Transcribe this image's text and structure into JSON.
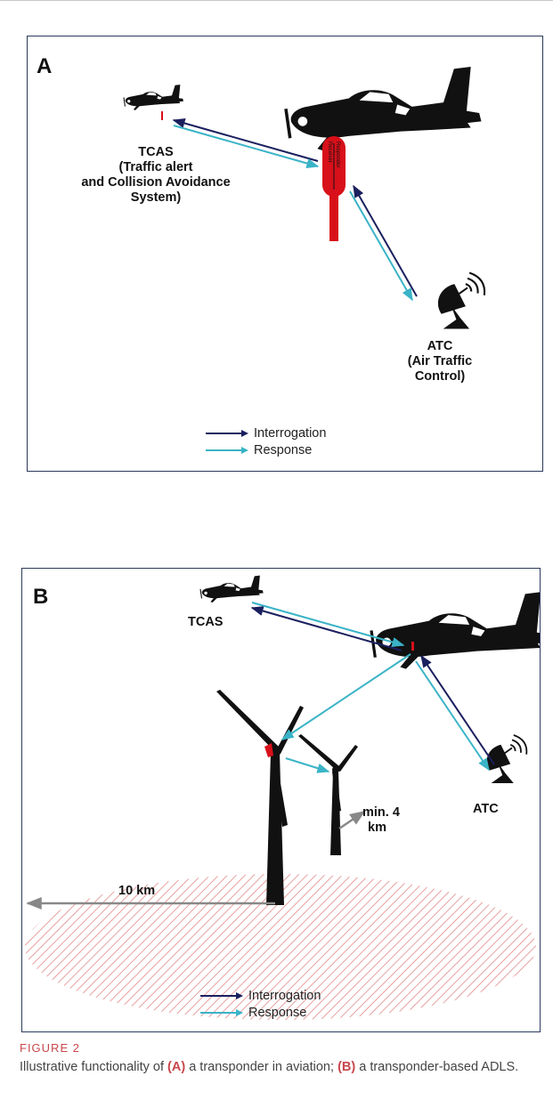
{
  "panel_a": {
    "letter": "A",
    "tcas_label": [
      "TCAS",
      "(Traffic alert",
      "and Collision Avoidance",
      "System)"
    ],
    "atc_label": [
      "ATC",
      "(Air Traffic",
      "Control)"
    ],
    "device_label": [
      "Receiver",
      "Responder"
    ]
  },
  "panel_b": {
    "letter": "B",
    "tcas_label": "TCAS",
    "atc_label": "ATC",
    "radius_label": "10 km",
    "min_distance_label": [
      "min. 4",
      "km"
    ]
  },
  "legend": {
    "interrogation": "Interrogation",
    "response": "Response",
    "interrogation_color": "#1a1f5e",
    "response_color": "#3ab3c7"
  },
  "caption": {
    "title": "FIGURE 2",
    "text_1": "Illustrative functionality of ",
    "ref_a": "(A)",
    "text_2": " a transponder in aviation; ",
    "ref_b": "(B)",
    "text_3": " a transponder-based ADLS."
  },
  "colors": {
    "frame": "#2b3a5c",
    "transponder": "#d8101a",
    "hatch": "#e8a0a0",
    "caption_accent": "#c8464b"
  }
}
